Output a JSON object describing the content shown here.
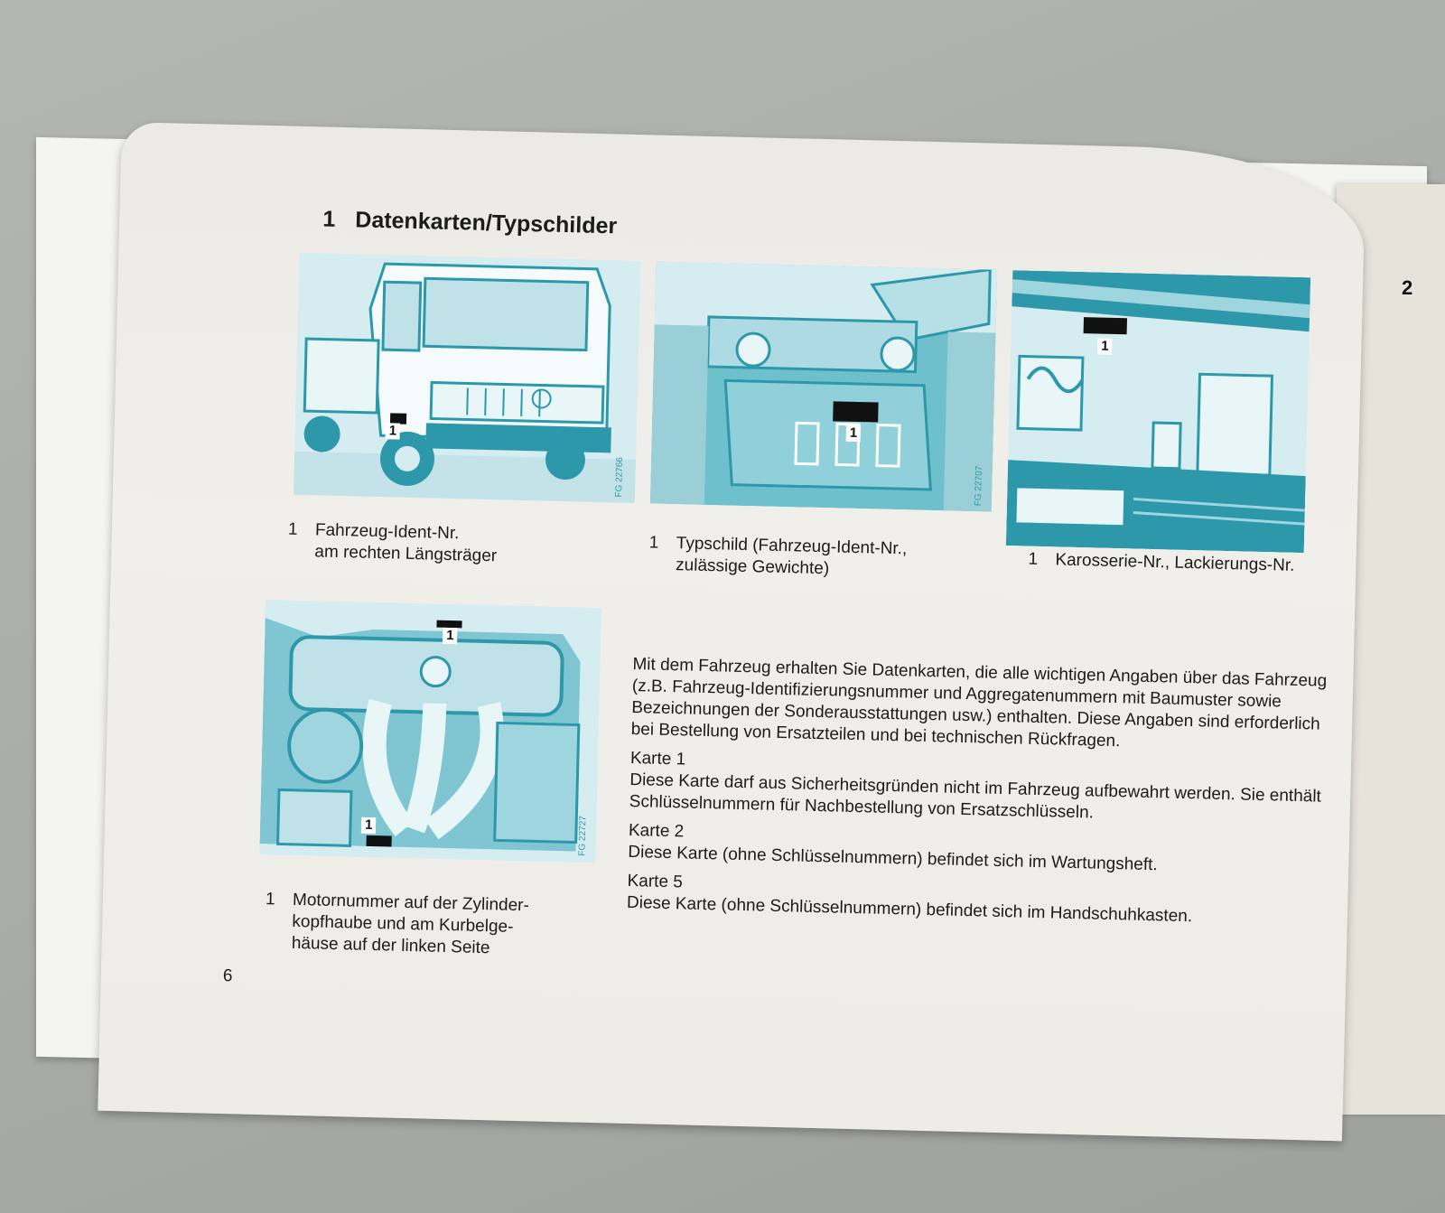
{
  "right_page_number": "2",
  "page_number": "6",
  "heading": {
    "number": "1",
    "title": "Datenkarten/Typschilder"
  },
  "figures": [
    {
      "code": "FG 22766",
      "callout": "1"
    },
    {
      "code": "FG 22707",
      "callout": "1"
    },
    {
      "code": "",
      "callout": "1"
    },
    {
      "code": "FG 22727",
      "callout_top": "1",
      "callout_bottom": "1"
    }
  ],
  "captions": [
    {
      "number": "1",
      "line1": "Fahrzeug-Ident-Nr.",
      "line2": "am rechten Längsträger"
    },
    {
      "number": "1",
      "line1": "Typschild (Fahrzeug-Ident-Nr.,",
      "line2": "zulässige Gewichte)"
    },
    {
      "number": "1",
      "line1": "Karosserie-Nr., Lackierungs-Nr.",
      "line2": ""
    },
    {
      "number": "1",
      "line1": "Motornummer auf der Zylinder-",
      "line2": "kopfhaube und am Kurbelge-",
      "line3": "häuse auf der linken Seite"
    }
  ],
  "body": {
    "intro": "Mit dem Fahrzeug erhalten Sie Datenkarten, die alle wichtigen Angaben über das Fahrzeug (z.B. Fahrzeug-Identifizierungsnummer und Aggregatenummern mit Baumuster sowie Bezeichnungen der Sonderausstattungen usw.) enthalten. Diese Angaben sind erforderlich bei Bestellung von Ersatzteilen und bei technischen Rückfragen.",
    "karten": [
      {
        "title": "Karte 1",
        "text": "Diese Karte darf aus Sicherheitsgründen nicht im Fahrzeug aufbewahrt werden. Sie enthält Schlüsselnummern für Nachbestellung von Ersatzschlüsseln."
      },
      {
        "title": "Karte 2",
        "text": "Diese Karte (ohne Schlüsselnummern) befindet sich im Wartungsheft."
      },
      {
        "title": "Karte 5",
        "text": "Diese Karte (ohne Schlüsselnummern) befindet sich im Handschuhkasten."
      }
    ]
  },
  "colors": {
    "illustration": "#2d98aa",
    "illustration_light": "#d5ecf0",
    "paper": "#eeece6"
  }
}
